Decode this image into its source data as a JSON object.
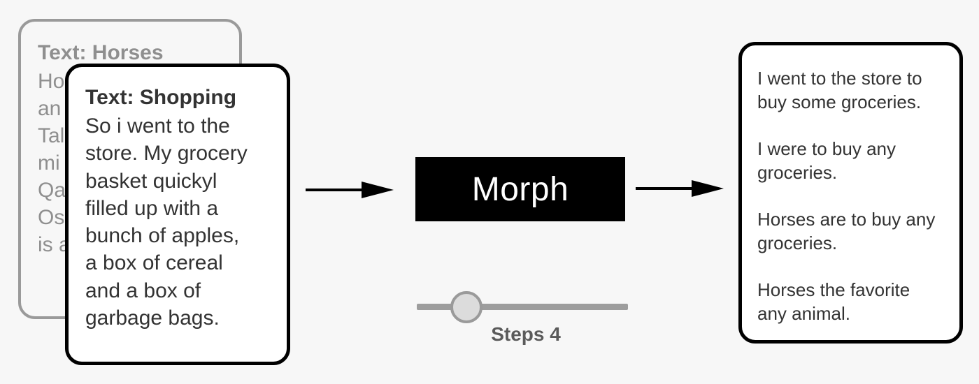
{
  "input_back": {
    "title": "Text: Horses",
    "lines": [
      "Ho",
      "an",
      "Tal",
      "mi",
      "Qa",
      "Os",
      "is a"
    ]
  },
  "input_front": {
    "title": "Text: Shopping",
    "lines": [
      "So i went to the",
      "store. My grocery",
      "basket quickyl",
      "filled up with a",
      "bunch of apples,",
      "a box of cereal",
      "and a box of",
      "garbage bags."
    ]
  },
  "process": {
    "label": "Morph"
  },
  "slider": {
    "label": "Steps 4"
  },
  "output": {
    "paragraphs": [
      [
        "I went to the store to",
        "buy some groceries."
      ],
      [
        "I were to buy any",
        "groceries."
      ],
      [
        "Horses are to buy any",
        "groceries."
      ],
      [
        "Horses the favorite",
        "any animal."
      ]
    ]
  },
  "colors": {
    "box_fill": "#000000",
    "box_text": "#ffffff",
    "back_card_border": "#9a9a9a",
    "front_card_border": "#000000",
    "slider_track": "#9d9d9d",
    "slider_thumb": "#dcdcdc"
  }
}
